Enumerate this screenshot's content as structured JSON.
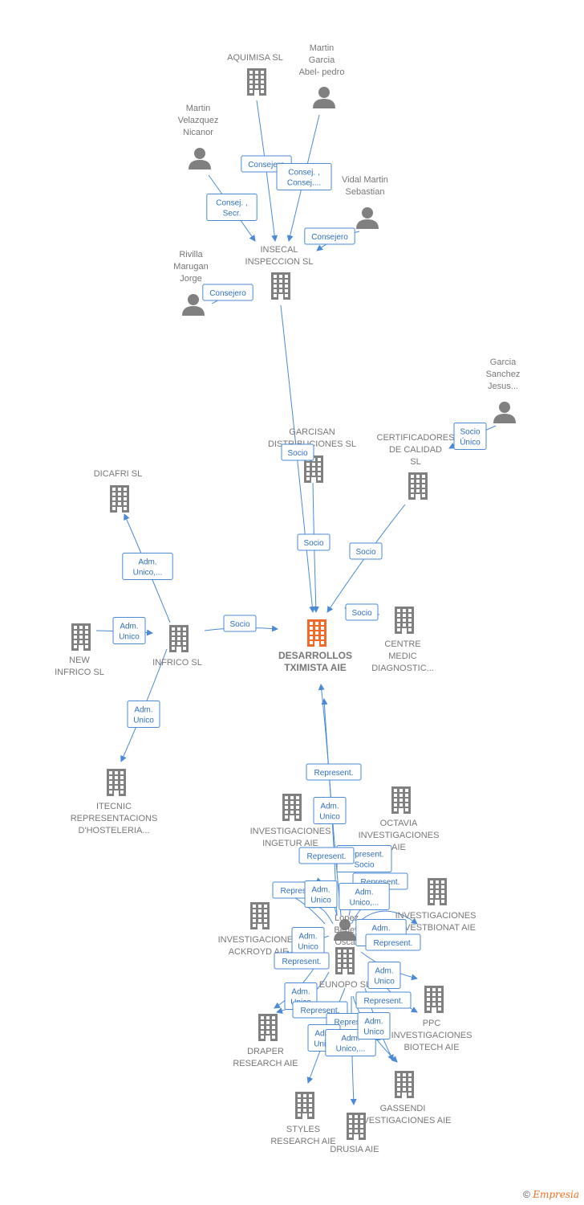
{
  "diagram": {
    "colors": {
      "edge": "#4a8ad6",
      "node": "#808080",
      "focus": "#f06a2a"
    },
    "nodes": [
      {
        "id": "aquimisa",
        "type": "company",
        "lines": [
          "AQUIMISA SL"
        ]
      },
      {
        "id": "mgarcia",
        "type": "person",
        "lines": [
          "Martin",
          "Garcia",
          "Abel- pedro"
        ]
      },
      {
        "id": "mvelazquez",
        "type": "person",
        "lines": [
          "Martin",
          "Velazquez",
          "Nicanor"
        ]
      },
      {
        "id": "vidal",
        "type": "person",
        "lines": [
          "Vidal Martin",
          "Sebastian"
        ]
      },
      {
        "id": "insecal",
        "type": "company",
        "lines": [
          "INSECAL",
          "INSPECCION SL"
        ]
      },
      {
        "id": "rivilla",
        "type": "person",
        "lines": [
          "Rivilla",
          "Marugan",
          "Jorge"
        ]
      },
      {
        "id": "garciasanchez",
        "type": "person",
        "lines": [
          "Garcia",
          "Sanchez",
          "Jesus..."
        ]
      },
      {
        "id": "garcisan",
        "type": "company",
        "lines": [
          "GARCISAN",
          "DISTRIBUCIONES SL"
        ]
      },
      {
        "id": "certificadores",
        "type": "company",
        "lines": [
          "CERTIFICADORES",
          "DE CALIDAD",
          "SL"
        ]
      },
      {
        "id": "dicafri",
        "type": "company",
        "lines": [
          "DICAFRI SL"
        ]
      },
      {
        "id": "newinfrico",
        "type": "company",
        "lines": [
          "NEW",
          "INFRICO SL"
        ]
      },
      {
        "id": "infrico",
        "type": "company",
        "lines": [
          "INFRICO SL"
        ]
      },
      {
        "id": "desarrollos",
        "type": "focus",
        "lines": [
          "DESARROLLOS",
          "TXIMISTA AIE"
        ]
      },
      {
        "id": "centre",
        "type": "company",
        "lines": [
          "CENTRE",
          "MEDIC",
          "DIAGNOSTIC..."
        ]
      },
      {
        "id": "itecnic",
        "type": "company",
        "lines": [
          "ITECNIC",
          "REPRESENTACIONS",
          "D'HOSTELERIA..."
        ]
      },
      {
        "id": "ingetur",
        "type": "company",
        "lines": [
          "INVESTIGACIONES",
          "INGETUR AIE"
        ]
      },
      {
        "id": "octavia",
        "type": "company",
        "lines": [
          "OCTAVIA",
          "INVESTIGACIONES",
          "AIE"
        ]
      },
      {
        "id": "investbionat",
        "type": "company",
        "lines": [
          "INVESTIGACIONES",
          "INVESTBIONAT AIE"
        ]
      },
      {
        "id": "ackroyd",
        "type": "company",
        "lines": [
          "INVESTIGACIONES",
          "ACKROYD AIE"
        ]
      },
      {
        "id": "lopez",
        "type": "person",
        "lines": [
          "Lopez",
          "Beney",
          "Oscar"
        ]
      },
      {
        "id": "eunopo",
        "type": "company",
        "lines": [
          "EUNOPO SL"
        ]
      },
      {
        "id": "ppc",
        "type": "company",
        "lines": [
          "PPC",
          "INVESTIGACIONES",
          "BIOTECH AIE"
        ]
      },
      {
        "id": "draper",
        "type": "company",
        "lines": [
          "DRAPER",
          "RESEARCH AIE"
        ]
      },
      {
        "id": "gassendi",
        "type": "company",
        "lines": [
          "GASSENDI",
          "INVESTIGACIONES AIE"
        ]
      },
      {
        "id": "styles",
        "type": "company",
        "lines": [
          "STYLES",
          "RESEARCH AIE"
        ]
      },
      {
        "id": "drusia",
        "type": "company",
        "lines": [
          "DRUSIA AIE"
        ]
      }
    ],
    "edges": [
      {
        "from": "aquimisa",
        "to": "insecal",
        "label": [
          "Consejero"
        ]
      },
      {
        "from": "mgarcia",
        "to": "insecal",
        "label": [
          "Consej. ,",
          "Consej...."
        ]
      },
      {
        "from": "mvelazquez",
        "to": "insecal",
        "label": [
          "Consej. ,",
          "Secr."
        ]
      },
      {
        "from": "vidal",
        "to": "insecal",
        "label": [
          "Consejero"
        ]
      },
      {
        "from": "rivilla",
        "to": "insecal",
        "label": [
          "Consejero"
        ]
      },
      {
        "from": "insecal",
        "to": "desarrollos",
        "label": [
          "Socio"
        ]
      },
      {
        "from": "garcisan",
        "to": "desarrollos",
        "label": [
          "Socio"
        ]
      },
      {
        "from": "garciasanchez",
        "to": "certificadores",
        "label": [
          "Socio",
          "Único"
        ]
      },
      {
        "from": "certificadores",
        "to": "desarrollos",
        "label": [
          "Socio"
        ]
      },
      {
        "from": "centre",
        "to": "desarrollos",
        "label": [
          "Socio"
        ]
      },
      {
        "from": "infrico",
        "to": "dicafri",
        "label": [
          "Adm.",
          "Unico,..."
        ]
      },
      {
        "from": "newinfrico",
        "to": "infrico",
        "label": [
          "Adm.",
          "Unico"
        ]
      },
      {
        "from": "infrico",
        "to": "desarrollos",
        "label": [
          "Socio"
        ]
      },
      {
        "from": "infrico",
        "to": "itecnic",
        "label": [
          "Adm.",
          "Unico"
        ]
      },
      {
        "from": "lopez",
        "to": "desarrollos",
        "label": [
          "Represent."
        ]
      },
      {
        "from": "lopez",
        "to": "ingetur",
        "label": [
          "Adm.",
          "Unico"
        ]
      },
      {
        "from": "lopez",
        "to": "octavia",
        "label": [
          "Represent.",
          "Socio"
        ]
      },
      {
        "from": "lopez",
        "to": "ingetur",
        "label": [
          "Represent."
        ]
      },
      {
        "from": "lopez",
        "to": "investbionat",
        "label": [
          "Represent."
        ]
      },
      {
        "from": "lopez",
        "to": "ackroyd",
        "label": [
          "Represent."
        ]
      },
      {
        "from": "lopez",
        "to": "ackroyd",
        "label": [
          "Adm.",
          "Unico"
        ]
      },
      {
        "from": "lopez",
        "to": "octavia",
        "label": [
          "Adm.",
          "Unico,..."
        ]
      },
      {
        "from": "lopez",
        "to": "ackroyd",
        "label": [
          "Adm.",
          "Unico"
        ]
      },
      {
        "from": "lopez",
        "to": "investbionat",
        "label": [
          "Adm.",
          "Unico,..."
        ]
      },
      {
        "from": "lopez",
        "to": "investbionat",
        "label": [
          "Represent."
        ]
      },
      {
        "from": "lopez",
        "to": "ackroyd",
        "label": [
          "Represent."
        ]
      },
      {
        "from": "lopez",
        "to": "ppc",
        "label": [
          "Adm.",
          "Unico"
        ]
      },
      {
        "from": "lopez",
        "to": "draper",
        "label": [
          "Adm.",
          "Unico"
        ]
      },
      {
        "from": "lopez",
        "to": "ppc",
        "label": [
          "Represent."
        ]
      },
      {
        "from": "lopez",
        "to": "draper",
        "label": [
          "Represent."
        ]
      },
      {
        "from": "lopez",
        "to": "gassendi",
        "label": [
          "Represent.",
          "Socio"
        ]
      },
      {
        "from": "lopez",
        "to": "styles",
        "label": [
          "Adm.",
          "Unico"
        ]
      },
      {
        "from": "lopez",
        "to": "drusia",
        "label": [
          "Adm.",
          "Unico,..."
        ]
      },
      {
        "from": "lopez",
        "to": "gassendi",
        "label": [
          "Adm.",
          "Unico"
        ]
      }
    ]
  },
  "footer": {
    "copyright": "©",
    "brand": "Empresia"
  }
}
